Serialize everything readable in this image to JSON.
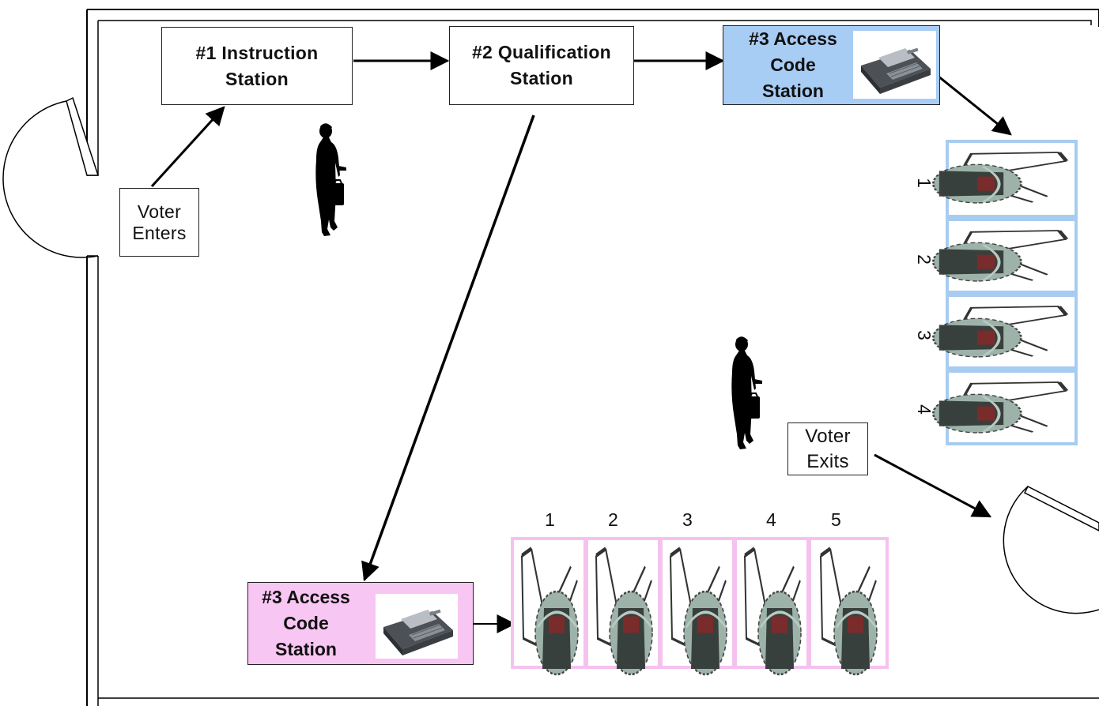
{
  "stations": {
    "instruction": "#1 Instruction\nStation",
    "qualification": "#2 Qualification\nStation",
    "access_top": "#3 Access\nCode\nStation",
    "access_bottom": "#3 Access\nCode\nStation"
  },
  "voter_enters": "Voter\nEnters",
  "voter_exits": "Voter\nExits",
  "booths_right": [
    "1",
    "2",
    "3",
    "4"
  ],
  "booths_bottom": [
    "1",
    "2",
    "3",
    "4",
    "5"
  ],
  "colors": {
    "access_top_fill": "#a8cdf5",
    "access_bottom_fill": "#f8c6f2",
    "booth_right_border": "#a7ccf0",
    "booth_bottom_border": "#f5c2ef",
    "booth_device": "#4a5a55",
    "booth_shell": "#9db3a9"
  },
  "icons": [
    "door-icon",
    "person-silhouette-icon",
    "access-code-device-icon",
    "voting-booth-icon",
    "arrow-icon"
  ]
}
